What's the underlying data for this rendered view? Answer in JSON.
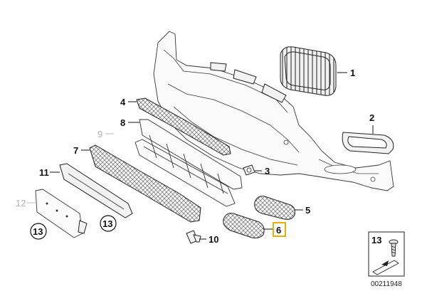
{
  "callouts": {
    "c1": "1",
    "c2": "2",
    "c3": "3",
    "c4": "4",
    "c5": "5",
    "c6": "6",
    "c7": "7",
    "c8": "8",
    "c9": "9",
    "c10": "10",
    "c11": "11",
    "c12": "12",
    "c13a": "13",
    "c13b": "13"
  },
  "legend": {
    "number": "13"
  },
  "catalog_number": "00211948",
  "colors": {
    "highlight": "#e5b000",
    "inactive_callout": "#b4b4b4",
    "line": "#222222"
  }
}
